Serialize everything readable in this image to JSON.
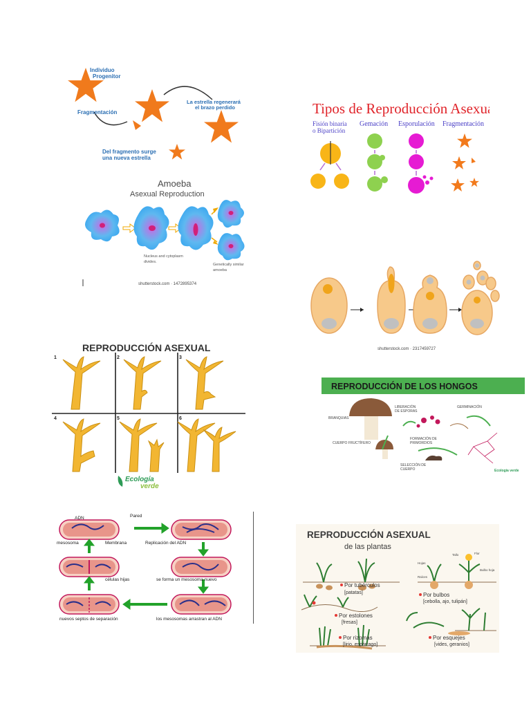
{
  "starfish": {
    "parent": [
      "Individuo",
      "Progenitor"
    ],
    "fragmentation": "Fragmentación",
    "regen": [
      "La estrella regenerará",
      "el brazo perdido"
    ],
    "newstar": [
      "Del fragmento surge",
      "una nueva estrella"
    ]
  },
  "tipos": {
    "title": "Tipos de Reproducción Asexual",
    "fision": [
      "Fisión binaria",
      "o Bipartición"
    ],
    "gemacion": "Gemación",
    "esporulacion": "Esporulación",
    "fragmentacion": "Fragmentación"
  },
  "amoeba": {
    "title": "Amoeba",
    "subtitle": "Asexual Reproduction",
    "cap1": [
      "Nucleus and cytoplasm",
      "divides."
    ],
    "cap2": [
      "Genetically similar",
      "amoeba"
    ],
    "credit": "shutterstock.com · 1472895374"
  },
  "yeast": {
    "credit": "shutterstock.com · 2317459727"
  },
  "hydra": {
    "title": "REPRODUCCIÓN ASEXUAL",
    "panels": [
      "1",
      "2",
      "3",
      "4",
      "5",
      "6"
    ],
    "logo": [
      "Ecología",
      "verde"
    ]
  },
  "hongos": {
    "title": "REPRODUCCIÓN DE LOS HONGOS",
    "labels": {
      "branquias": "BRANQUIAS",
      "liberacion": [
        "LIBERACIÓN",
        "DE ESPORAS"
      ],
      "germinacion": "GERMINACIÓN",
      "cuerpo": "CUERPO FRUCTÍFERO",
      "formacion": [
        "FORMACIÓN DE",
        "PRIMORDIOS"
      ],
      "seleccion": [
        "SELECCIÓN DE",
        "CUERPO"
      ]
    },
    "logo": "Ecología verde"
  },
  "bacteria": {
    "adn": "ADN",
    "pared": "Pared",
    "mesosoma": "mesosoma",
    "membrana": "Membrana",
    "replicacion": "Replicación del ADN",
    "hijas": "células hijas",
    "forma": "se forma un mesosoma nuevo",
    "septos": "nuevos septos de separación",
    "arrastran": "los mesosomas arrastran al ADN"
  },
  "plantas": {
    "title": "REPRODUCCIÓN ASEXUAL",
    "subtitle": "de las plantas",
    "tuberculos": [
      "Por tubérculos",
      "[patatas]"
    ],
    "bulbos": [
      "Por bulbos",
      "[cebolla, ajo, tulipán]"
    ],
    "estolones": [
      "Por estolones",
      "[fresas]"
    ],
    "rizomas": [
      "Por rizomas",
      "[lirio, espárrago]"
    ],
    "esquejes": [
      "Por esquejes",
      "[vides, geranios]"
    ],
    "bulbo_parts": [
      "Tallo",
      "Flor",
      "Hojas",
      "Raíces",
      "Bulbo hoja"
    ]
  },
  "colors": {
    "starfish": "#f07a1c",
    "amoeba": "#4fb3ef",
    "yeast": "#f7c98a",
    "hydra": "#f2b632",
    "hongos_bar": "#4caf50",
    "bacteria_arrow": "#22a22a",
    "plantas_title": "#3a3a3a"
  }
}
